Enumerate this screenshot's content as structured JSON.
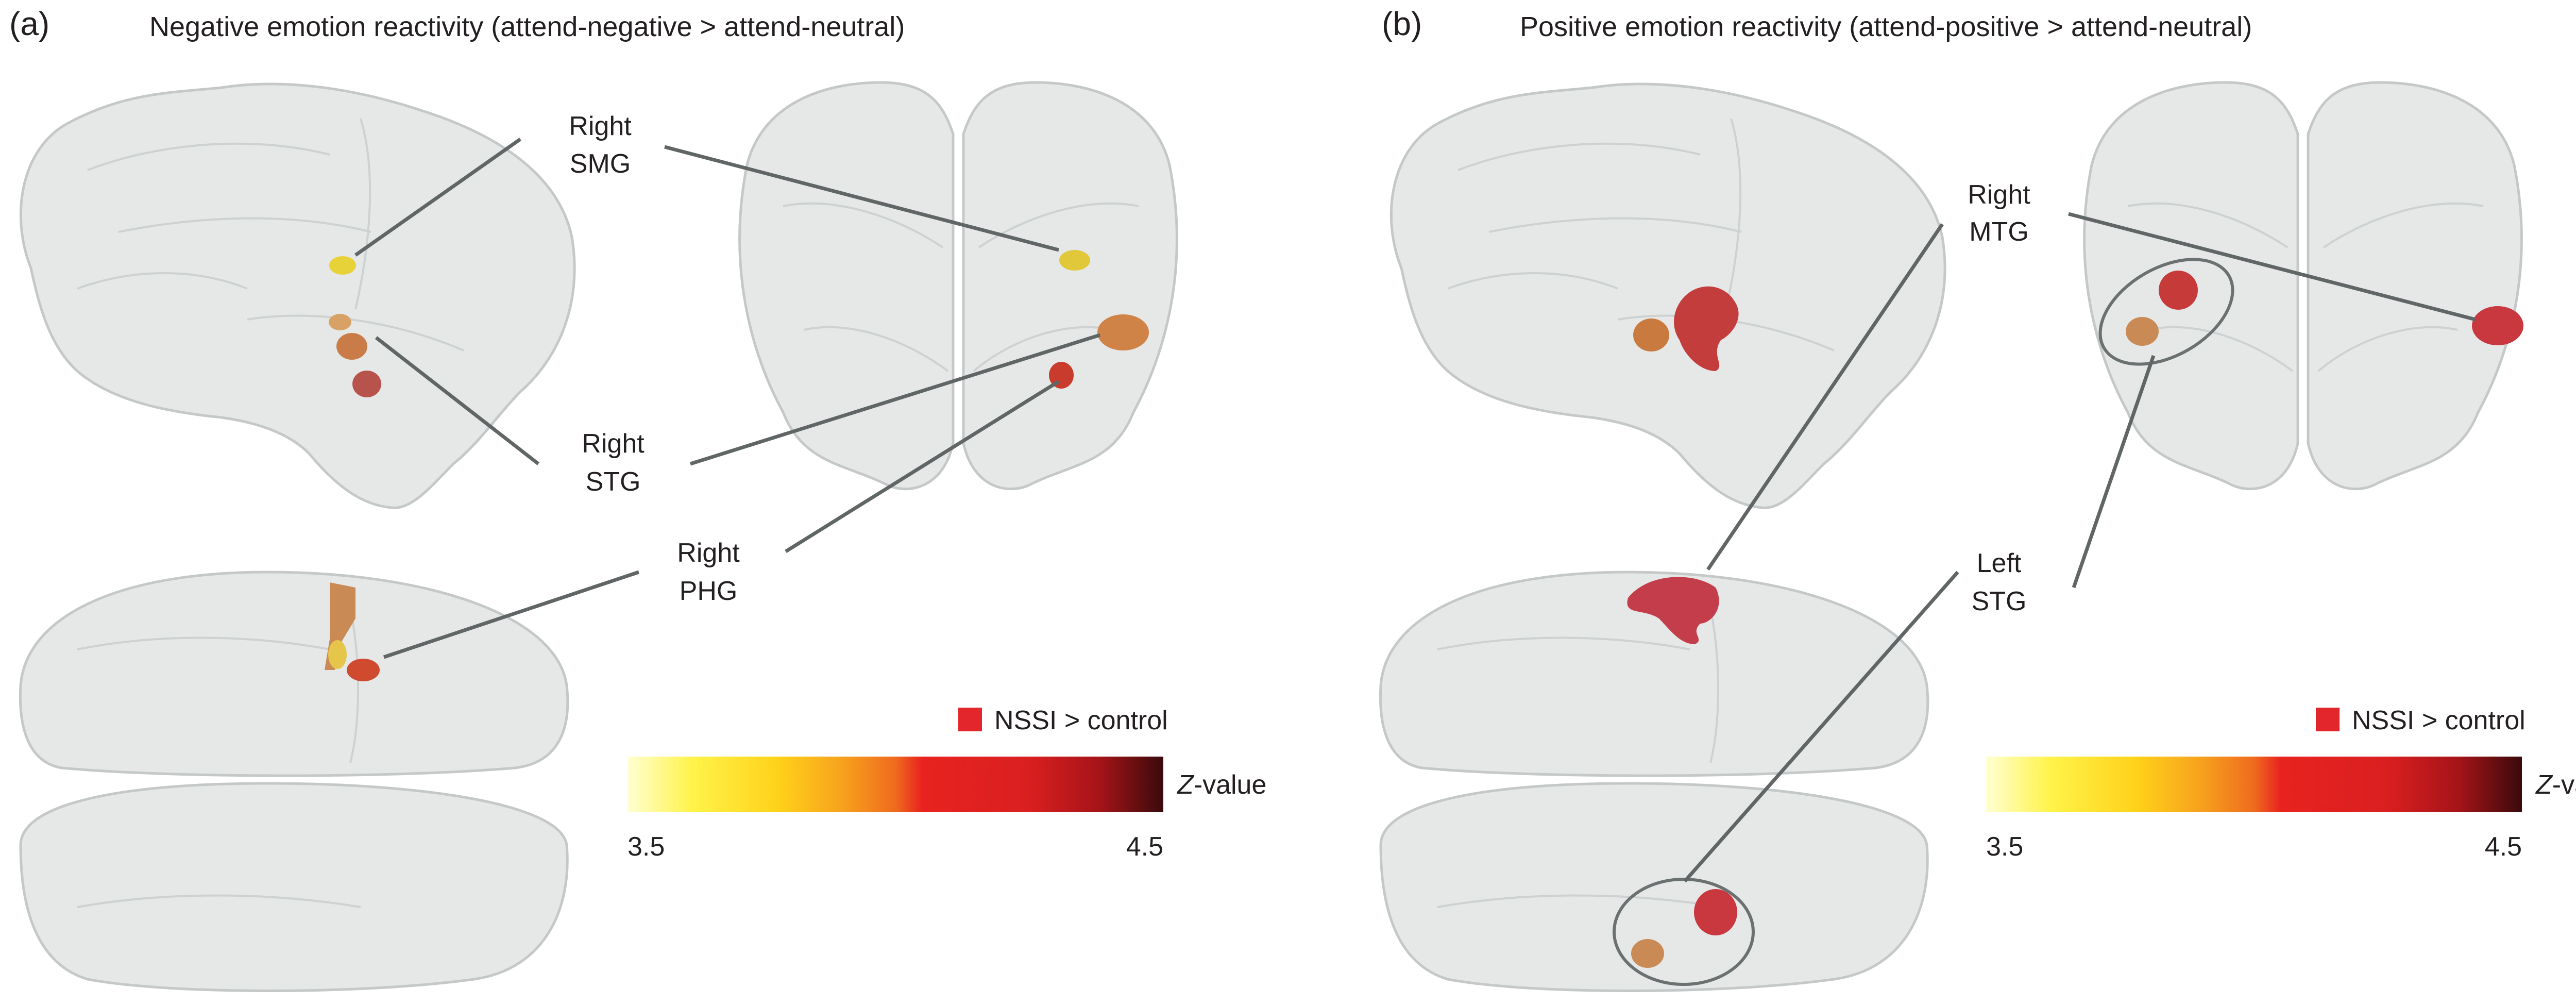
{
  "panels": [
    {
      "letter": "(a)",
      "title": "Negative emotion reactivity (attend-negative > attend-neutral)",
      "labels": [
        {
          "line1": "Right",
          "line2": "SMG"
        },
        {
          "line1": "Right",
          "line2": "STG"
        },
        {
          "line1": "Right",
          "line2": "PHG"
        }
      ],
      "legend": {
        "swatch_label": "NSSI > control",
        "swatch_color": "#e3262b"
      },
      "colorbar": {
        "label_italic": "Z",
        "label_rest": "-value",
        "min_label": "3.5",
        "max_label": "4.5",
        "min": 3.5,
        "max": 4.5
      }
    },
    {
      "letter": "(b)",
      "title": "Positive emotion reactivity (attend-positive > attend-neutral)",
      "labels": [
        {
          "line1": "Right",
          "line2": "MTG"
        },
        {
          "line1": "Left",
          "line2": "STG"
        }
      ],
      "legend": {
        "swatch_label": "NSSI > control",
        "swatch_color": "#e3262b"
      },
      "colorbar": {
        "label_italic": "Z",
        "label_rest": "-value",
        "min_label": "3.5",
        "max_label": "4.5",
        "min": 3.5,
        "max": 4.5
      }
    }
  ],
  "colormap": [
    "#ffffd2",
    "#fff34a",
    "#ffd21a",
    "#f7a21d",
    "#ef6b1e",
    "#e8231f",
    "#d91f20",
    "#a61418",
    "#3a0a0c"
  ]
}
